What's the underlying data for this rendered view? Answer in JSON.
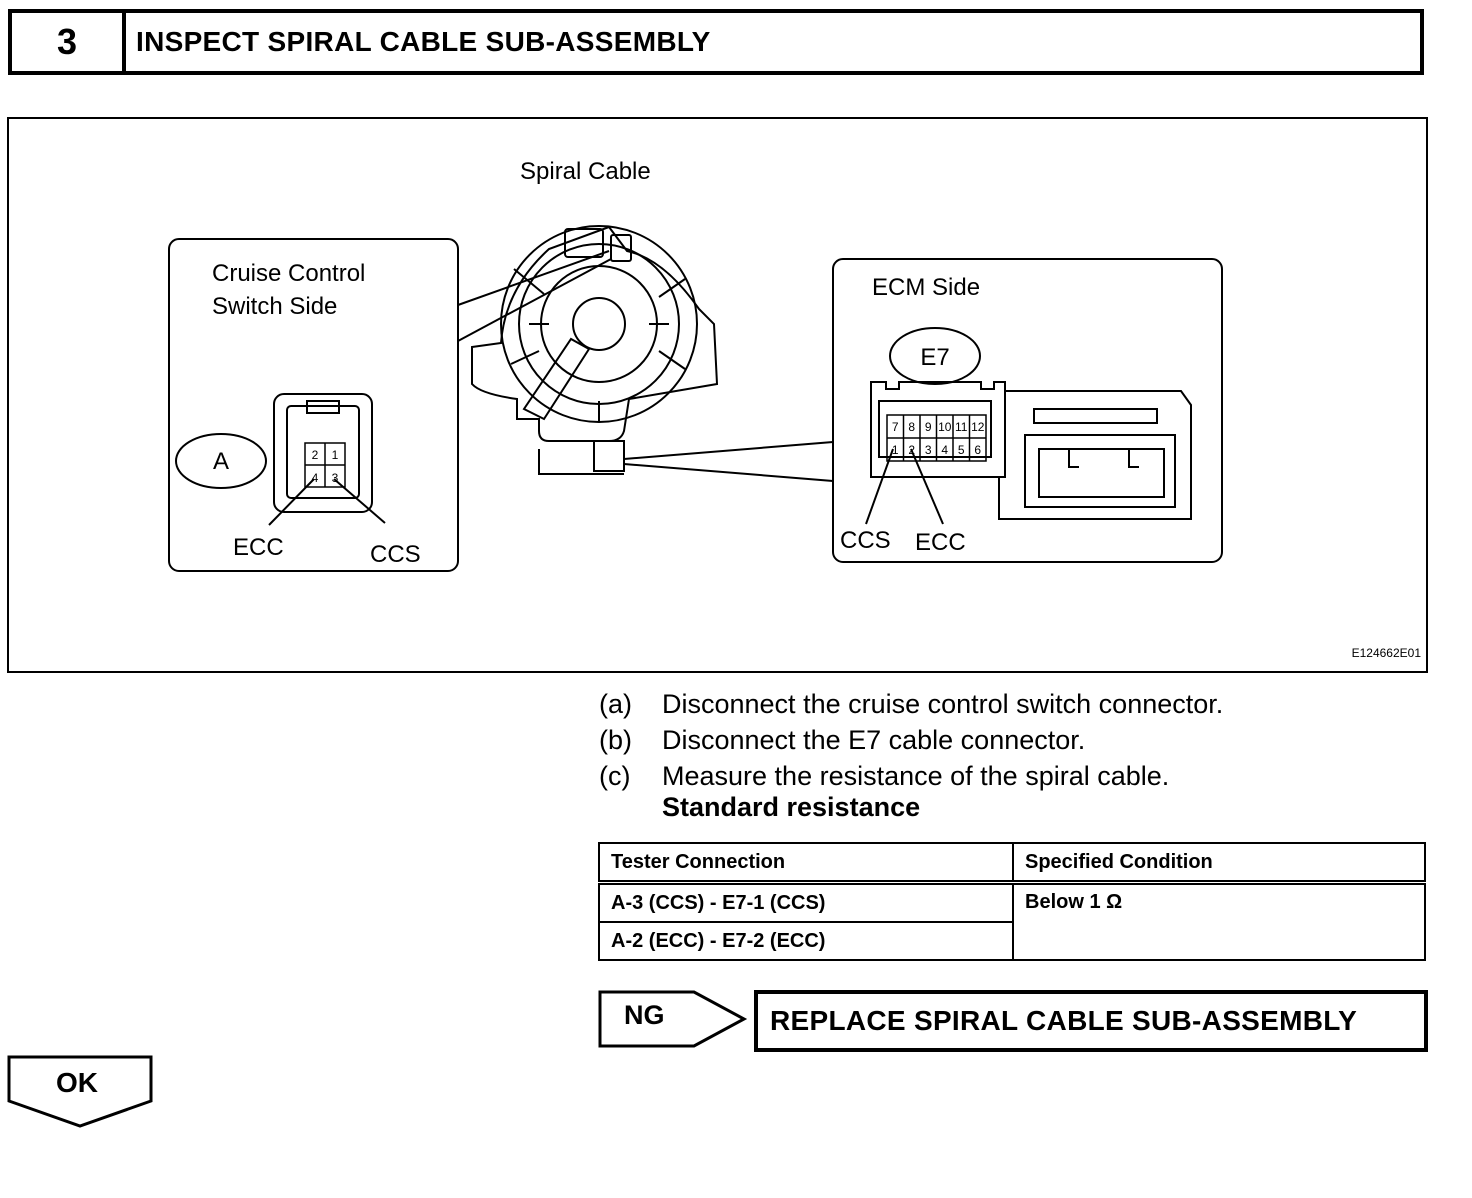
{
  "header": {
    "step_number": "3",
    "title": "INSPECT SPIRAL CABLE SUB-ASSEMBLY"
  },
  "figure": {
    "spiral_cable_label": "Spiral Cable",
    "switch_side_line1": "Cruise Control",
    "switch_side_line2": "Switch Side",
    "connector_a": "A",
    "pin_2": "2",
    "pin_1": "1",
    "pin_4": "4",
    "pin_3": "3",
    "ecc_left": "ECC",
    "ccs_left": "CCS",
    "ecm_side": "ECM Side",
    "connector_e7": "E7",
    "e7_top_pins": [
      "7",
      "8",
      "9",
      "10",
      "11",
      "12"
    ],
    "e7_bottom_pins": [
      "1",
      "2",
      "3",
      "4",
      "5",
      "6"
    ],
    "ccs_right": "CCS",
    "ecc_right": "ECC",
    "figure_code": "E124662E01"
  },
  "steps": [
    {
      "key": "(a)",
      "text": "Disconnect the cruise control switch connector."
    },
    {
      "key": "(b)",
      "text": "Disconnect the E7 cable connector."
    },
    {
      "key": "(c)",
      "text": "Measure the resistance of the spiral cable."
    }
  ],
  "standard_label": "Standard resistance",
  "table": {
    "headers": [
      "Tester Connection",
      "Specified Condition"
    ],
    "rows": [
      {
        "connection": "A-3 (CCS) - E7-1 (CCS)",
        "condition": "Below 1 Ω"
      },
      {
        "connection": "A-2 (ECC) - E7-2 (ECC)"
      }
    ]
  },
  "ng_label": "NG",
  "ng_result": "REPLACE SPIRAL CABLE SUB-ASSEMBLY",
  "ok_label": "OK"
}
